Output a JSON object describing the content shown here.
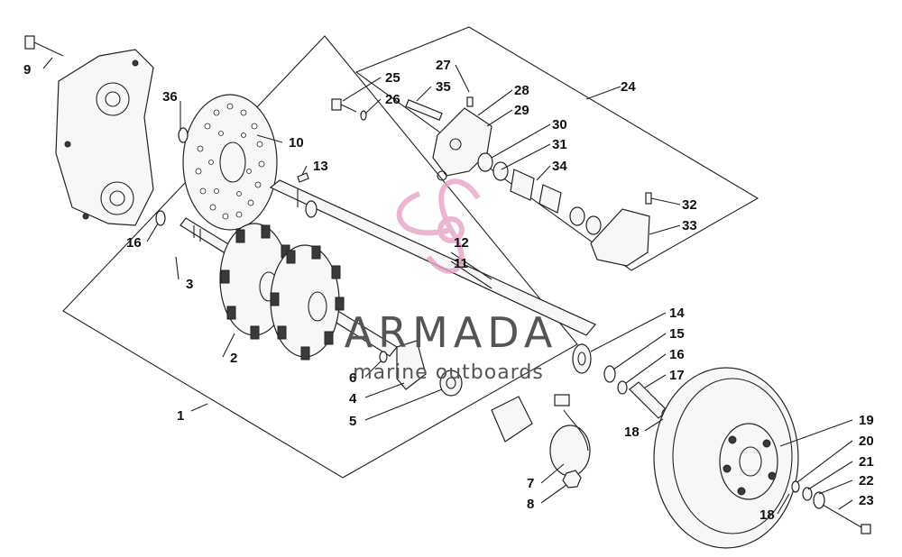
{
  "callouts": [
    "1",
    "2",
    "3",
    "4",
    "5",
    "6",
    "7",
    "8",
    "9",
    "10",
    "11",
    "12",
    "13",
    "14",
    "15",
    "16",
    "17",
    "18",
    "19",
    "20",
    "21",
    "22",
    "23",
    "24",
    "25",
    "26",
    "27",
    "28",
    "29",
    "30",
    "31",
    "32",
    "33",
    "34",
    "35",
    "36"
  ],
  "watermark": {
    "brand": "ARMADA",
    "tagline": "marine outboards",
    "logo_color": "#e8a3c8",
    "text_color": "#555555"
  },
  "colors": {
    "line": "#222222",
    "background": "#ffffff"
  }
}
